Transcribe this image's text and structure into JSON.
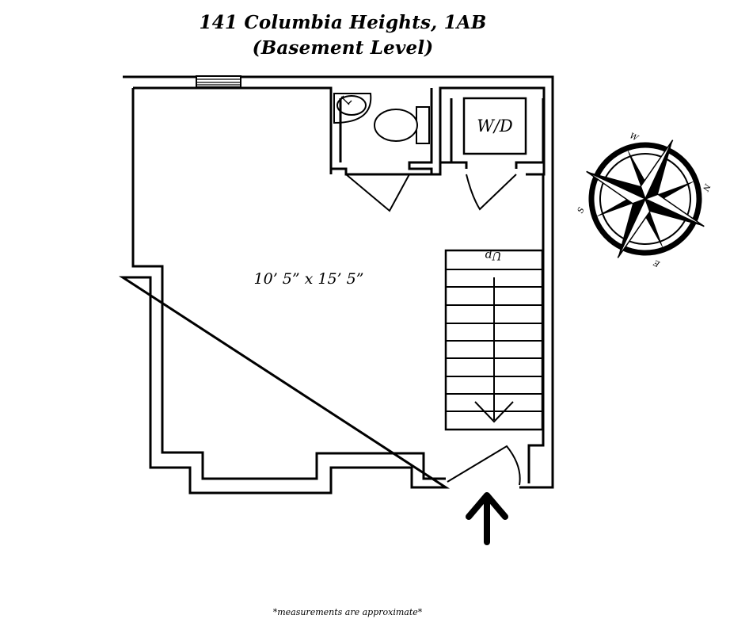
{
  "header": {
    "title_line1": "141 Columbia Heights, 1AB",
    "title_line2": "(Basement Level)"
  },
  "plan": {
    "room_dimensions": "10’ 5” x 15’ 5”",
    "washer_dryer_label": "W/D",
    "stairs_label": "Up"
  },
  "compass": {
    "n": "N",
    "s": "S",
    "e": "E",
    "w": "W"
  },
  "footer": {
    "note": "*measurements are approximate*"
  }
}
